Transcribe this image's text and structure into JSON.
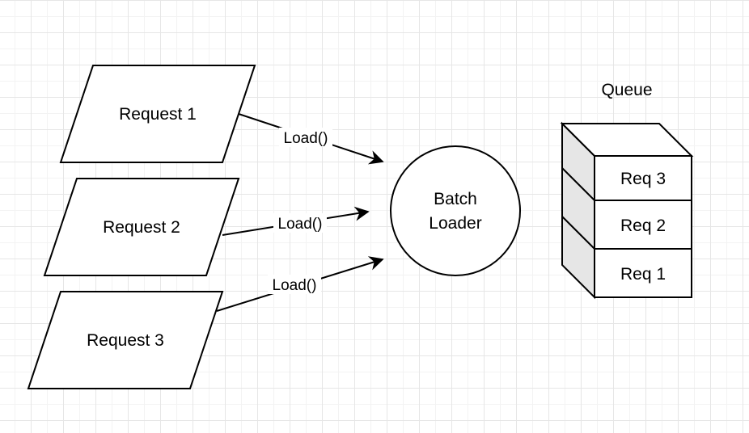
{
  "diagram": {
    "requests": [
      {
        "label": "Request 1"
      },
      {
        "label": "Request 2"
      },
      {
        "label": "Request 3"
      }
    ],
    "edges": [
      {
        "label": "Load()"
      },
      {
        "label": "Load()"
      },
      {
        "label": "Load()"
      }
    ],
    "loader": {
      "line1": "Batch",
      "line2": "Loader"
    },
    "queue": {
      "title": "Queue",
      "items": [
        {
          "label": "Req 3"
        },
        {
          "label": "Req 2"
        },
        {
          "label": "Req 1"
        }
      ]
    }
  }
}
